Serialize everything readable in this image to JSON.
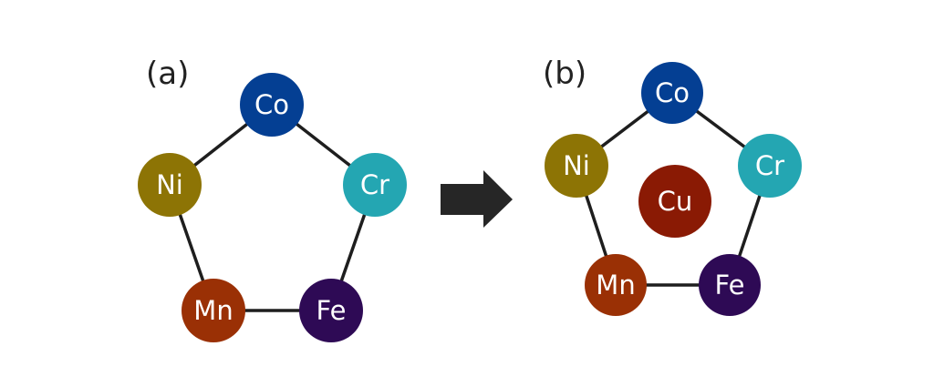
{
  "diagram": {
    "arrow": {
      "direction": "right",
      "color": "#262626"
    },
    "panels": [
      {
        "id": "a",
        "label": "(a)",
        "nodes": [
          {
            "symbol": "Co",
            "color": "#043f93"
          },
          {
            "symbol": "Cr",
            "color": "#24a6b2"
          },
          {
            "symbol": "Fe",
            "color": "#2e0a55"
          },
          {
            "symbol": "Mn",
            "color": "#9a3005"
          },
          {
            "symbol": "Ni",
            "color": "#8d7405"
          }
        ],
        "edges": [
          [
            "Co",
            "Cr"
          ],
          [
            "Cr",
            "Fe"
          ],
          [
            "Fe",
            "Mn"
          ],
          [
            "Mn",
            "Ni"
          ],
          [
            "Ni",
            "Co"
          ]
        ]
      },
      {
        "id": "b",
        "label": "(b)",
        "nodes": [
          {
            "symbol": "Co",
            "color": "#043f93"
          },
          {
            "symbol": "Cr",
            "color": "#24a6b2"
          },
          {
            "symbol": "Fe",
            "color": "#2e0a55"
          },
          {
            "symbol": "Mn",
            "color": "#9a3005"
          },
          {
            "symbol": "Ni",
            "color": "#8d7405"
          }
        ],
        "center": {
          "symbol": "Cu",
          "color": "#8a1a04"
        },
        "edges": [
          [
            "Co",
            "Cr"
          ],
          [
            "Cr",
            "Fe"
          ],
          [
            "Fe",
            "Mn"
          ],
          [
            "Mn",
            "Ni"
          ],
          [
            "Ni",
            "Co"
          ]
        ]
      }
    ]
  }
}
